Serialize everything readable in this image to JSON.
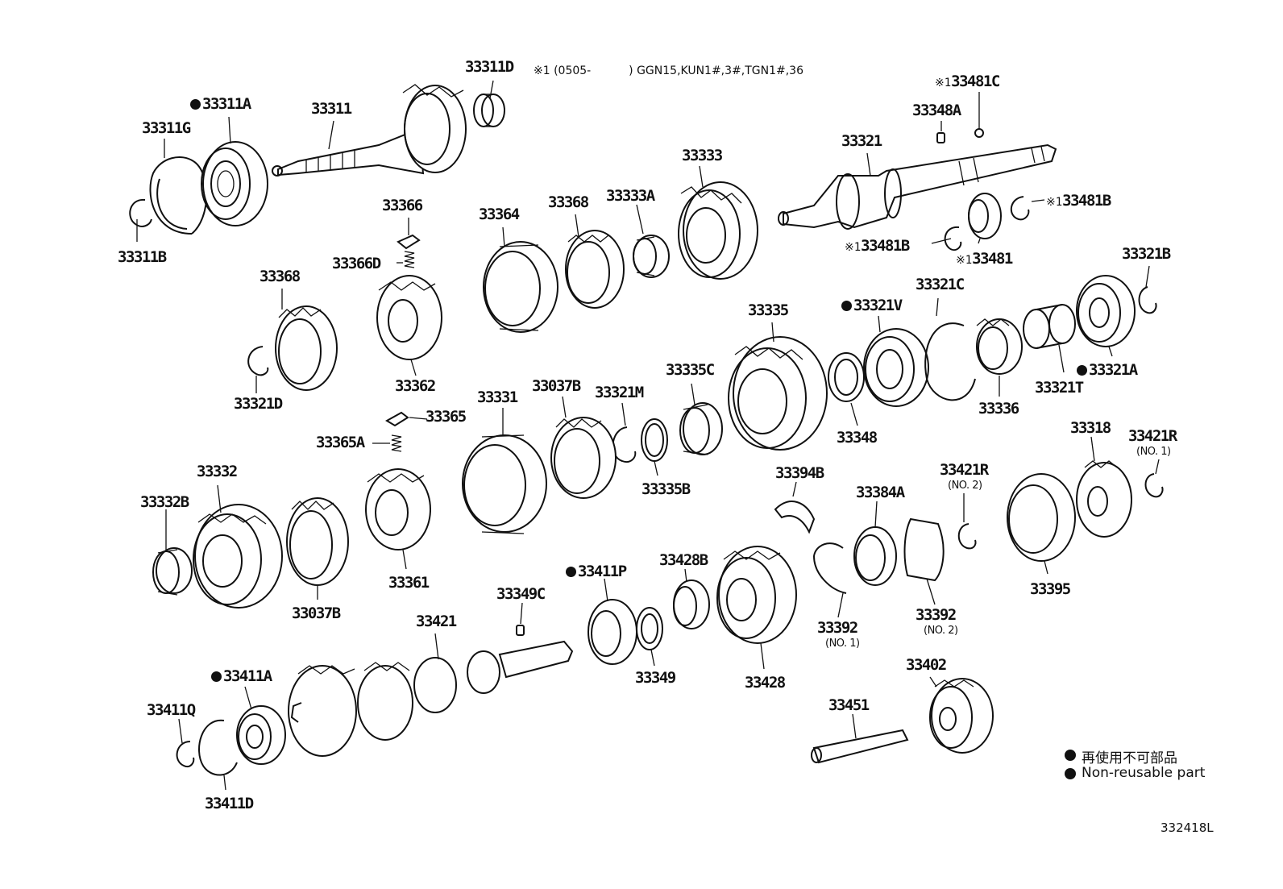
{
  "notes": {
    "application_prefix": "※1",
    "application_open": "(0505-",
    "application_close": ")",
    "application_models": "GGN15,KUN1#,3#,TGN1#,36"
  },
  "labels": [
    {
      "key": "p33311D",
      "text": "33311D"
    },
    {
      "key": "p33311A",
      "text": "33311A",
      "nonreusable": true
    },
    {
      "key": "p33311",
      "text": "33311"
    },
    {
      "key": "p33311G",
      "text": "33311G"
    },
    {
      "key": "p33311B",
      "text": "33311B"
    },
    {
      "key": "p33481C",
      "text": "33481C",
      "mark": "※1"
    },
    {
      "key": "p33348A",
      "text": "33348A"
    },
    {
      "key": "p33321",
      "text": "33321"
    },
    {
      "key": "p33333",
      "text": "33333"
    },
    {
      "key": "p33366",
      "text": "33366"
    },
    {
      "key": "p33364",
      "text": "33364"
    },
    {
      "key": "p33368a",
      "text": "33368"
    },
    {
      "key": "p33333A",
      "text": "33333A"
    },
    {
      "key": "p33481Br",
      "text": "33481B",
      "mark": "※1"
    },
    {
      "key": "p33481Bl",
      "text": "33481B",
      "mark": "※1"
    },
    {
      "key": "p33481",
      "text": "33481",
      "mark": "※1"
    },
    {
      "key": "p33366D",
      "text": "33366D"
    },
    {
      "key": "p33368b",
      "text": "33368"
    },
    {
      "key": "p33321B",
      "text": "33321B"
    },
    {
      "key": "p33321C",
      "text": "33321C"
    },
    {
      "key": "p33321V",
      "text": "33321V",
      "nonreusable": true
    },
    {
      "key": "p33335",
      "text": "33335"
    },
    {
      "key": "p33321A",
      "text": "33321A",
      "nonreusable": true
    },
    {
      "key": "p33321T",
      "text": "33321T"
    },
    {
      "key": "p33362",
      "text": "33362"
    },
    {
      "key": "p33321D",
      "text": "33321D"
    },
    {
      "key": "p33331",
      "text": "33331"
    },
    {
      "key": "p33037Ba",
      "text": "33037B"
    },
    {
      "key": "p33321M",
      "text": "33321M"
    },
    {
      "key": "p33335C",
      "text": "33335C"
    },
    {
      "key": "p33336",
      "text": "33336"
    },
    {
      "key": "p33365",
      "text": "33365"
    },
    {
      "key": "p33348",
      "text": "33348"
    },
    {
      "key": "p33365A",
      "text": "33365A"
    },
    {
      "key": "p33318",
      "text": "33318"
    },
    {
      "key": "p33421R1",
      "text": "33421R",
      "sub": "(NO. 1)"
    },
    {
      "key": "p33332",
      "text": "33332"
    },
    {
      "key": "p33394B",
      "text": "33394B"
    },
    {
      "key": "p33421R2",
      "text": "33421R",
      "sub": "(NO. 2)"
    },
    {
      "key": "p33332B",
      "text": "33332B"
    },
    {
      "key": "p33335B",
      "text": "33335B"
    },
    {
      "key": "p33384A",
      "text": "33384A"
    },
    {
      "key": "p33428B",
      "text": "33428B"
    },
    {
      "key": "p33411P",
      "text": "33411P",
      "nonreusable": true
    },
    {
      "key": "p33361",
      "text": "33361"
    },
    {
      "key": "p33349C",
      "text": "33349C"
    },
    {
      "key": "p33395",
      "text": "33395"
    },
    {
      "key": "p33037Bb",
      "text": "33037B"
    },
    {
      "key": "p33392n1",
      "text": "33392",
      "sub": "(NO. 1)"
    },
    {
      "key": "p33392n2",
      "text": "33392",
      "sub": "(NO. 2)"
    },
    {
      "key": "p33421",
      "text": "33421"
    },
    {
      "key": "p33349",
      "text": "33349"
    },
    {
      "key": "p33428",
      "text": "33428"
    },
    {
      "key": "p33411A",
      "text": "33411A",
      "nonreusable": true
    },
    {
      "key": "p33402",
      "text": "33402"
    },
    {
      "key": "p33411Q",
      "text": "33411Q"
    },
    {
      "key": "p33451",
      "text": "33451"
    },
    {
      "key": "p33411D",
      "text": "33411D"
    }
  ],
  "legend": [
    {
      "text": "再使用不可部品"
    },
    {
      "text": "Non-reusable part"
    }
  ],
  "drawing_code": "332418L",
  "colors": {
    "line": "#111111",
    "background": "#ffffff"
  }
}
